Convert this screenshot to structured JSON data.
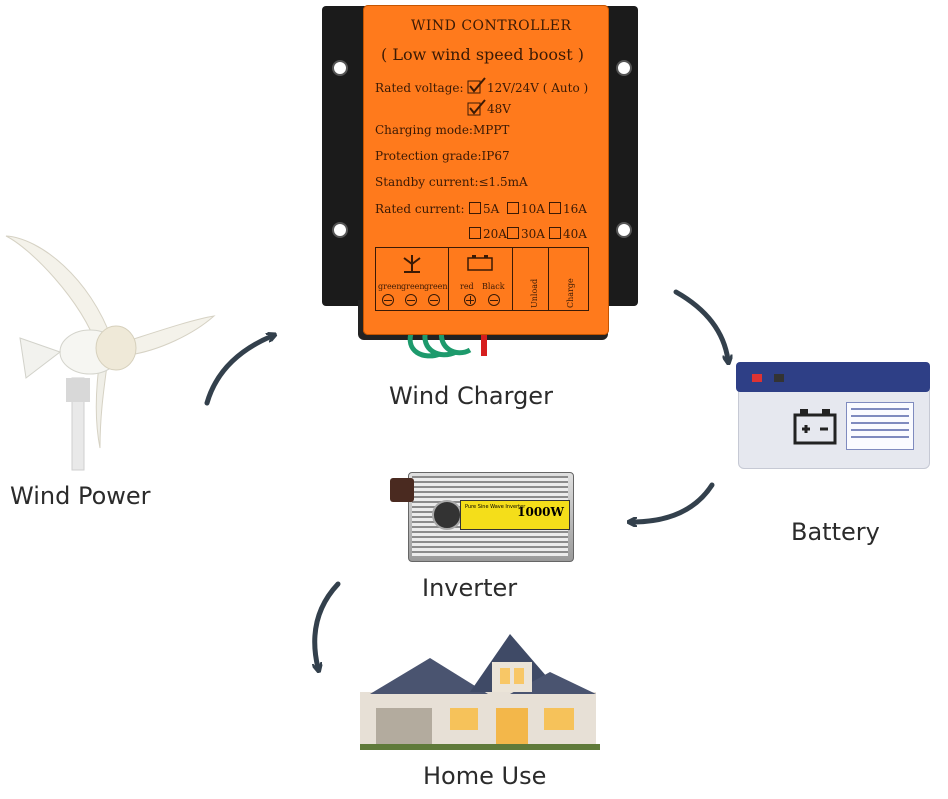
{
  "captions": {
    "wind_power": "Wind Power",
    "wind_charger": "Wind Charger",
    "battery": "Battery",
    "inverter": "Inverter",
    "home_use": "Home Use"
  },
  "controller": {
    "title": "WIND CONTROLLER",
    "subtitle": "( Low wind speed boost )",
    "rated_voltage_label": "Rated voltage:",
    "voltage_option_1": "12V/24V ( Auto )",
    "voltage_option_2": "48V",
    "charging_mode": "Charging mode:MPPT",
    "protection_grade": "Protection grade:IP67",
    "standby_current": "Standby current:≤1.5mA",
    "rated_current_label": "Rated current:",
    "current_options_row1": [
      "5A",
      "10A",
      "16A"
    ],
    "current_options_row2": [
      "20A",
      "30A",
      "40A"
    ],
    "terminal_labels": [
      "green",
      "green",
      "green",
      "red",
      "Black"
    ],
    "side_labels": [
      "Unload",
      "Charge"
    ]
  },
  "inverter": {
    "label_line1": "Pure Sine Wave Inverter",
    "rating": "1000W"
  },
  "colors": {
    "controller_orange": "#ff7a1c",
    "arrow": "#33404c",
    "battery_lid": "#2e3f86",
    "inverter_label": "#f4de1a"
  }
}
